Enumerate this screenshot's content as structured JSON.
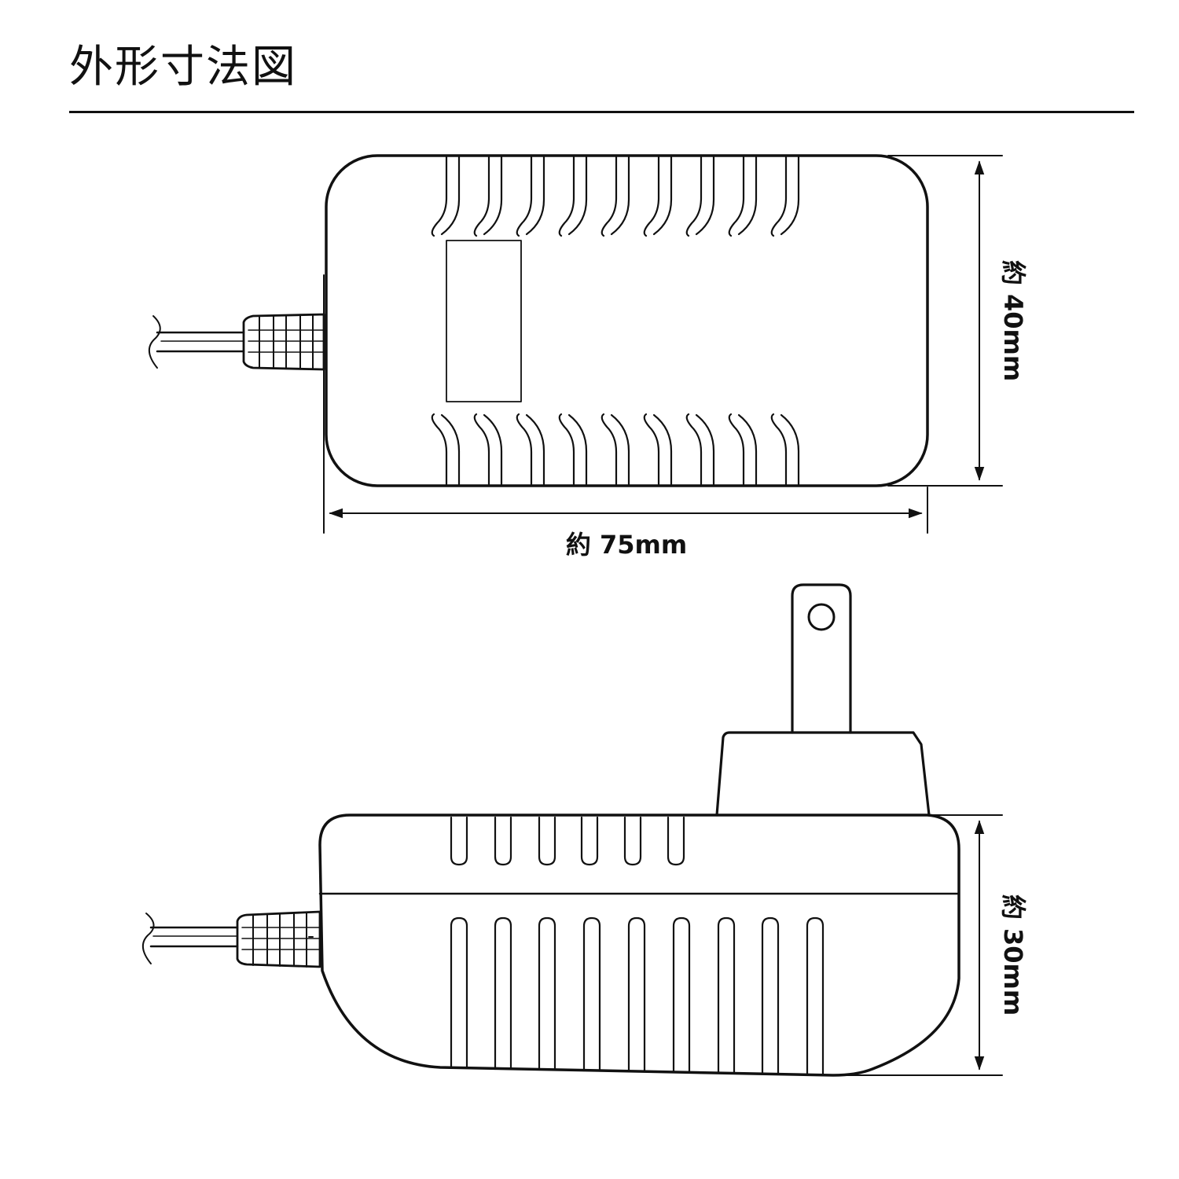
{
  "title": "外形寸法図",
  "dimensions": {
    "height_top": "約 40mm",
    "width": "約 75mm",
    "height_side": "約 30mm"
  },
  "colors": {
    "line": "#111111",
    "background": "#ffffff"
  }
}
